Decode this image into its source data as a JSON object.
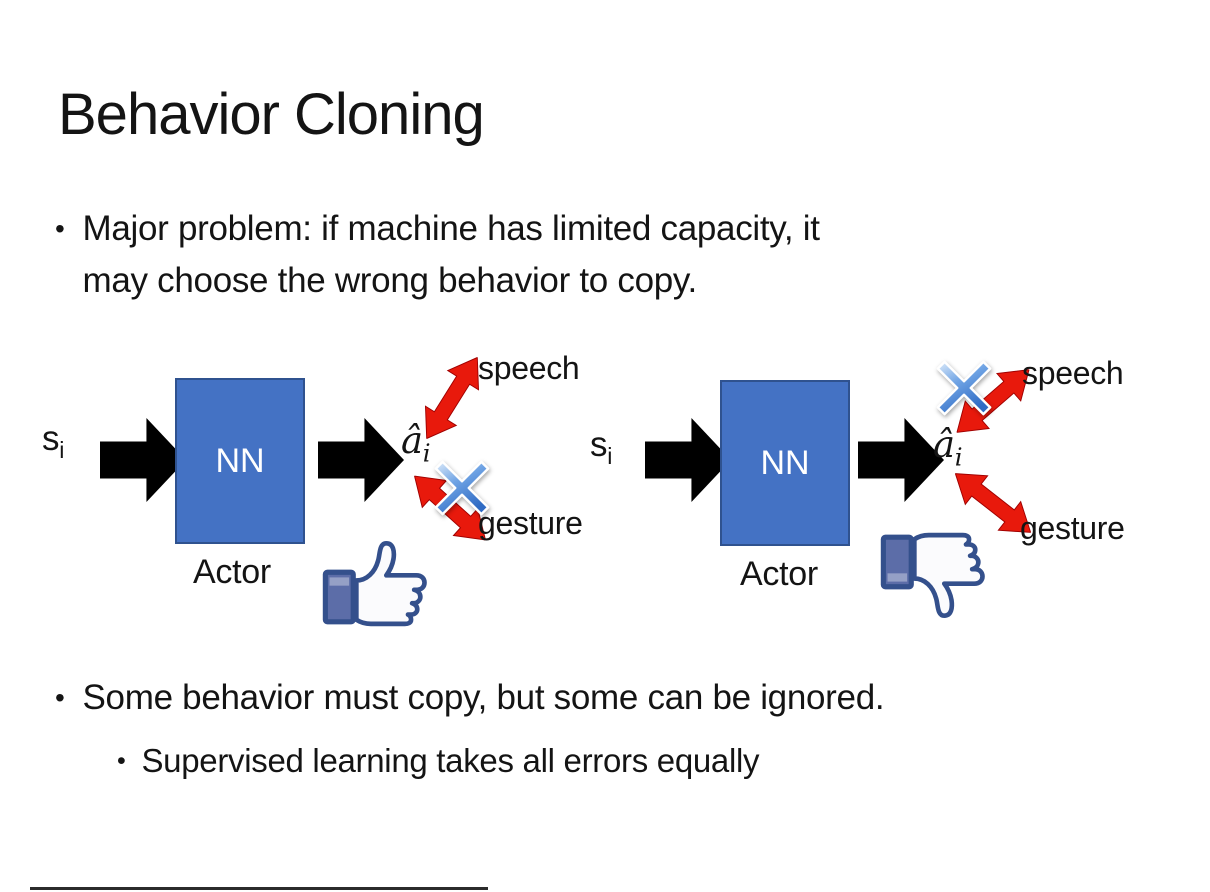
{
  "title": "Behavior Cloning",
  "bullets": {
    "marker": "•",
    "b1_line1": "Major problem: if machine has limited capacity, it",
    "b1_line2": "may choose the wrong behavior to copy.",
    "b2": "Some behavior must copy, but some can be ignored.",
    "b2_sub": "Supervised learning takes all errors equally"
  },
  "diagrams": [
    {
      "input_label": "s",
      "input_sub": "i",
      "box_label": "NN",
      "output_label": "â",
      "output_sub": "i",
      "caption": "Actor",
      "speech_label": "speech",
      "gesture_label": "gesture",
      "crossed_out": "gesture",
      "feedback_icon": "thumbs-up"
    },
    {
      "input_label": "s",
      "input_sub": "i",
      "box_label": "NN",
      "output_label": "â",
      "output_sub": "i",
      "caption": "Actor",
      "speech_label": "speech",
      "gesture_label": "gesture",
      "crossed_out": "speech",
      "feedback_icon": "thumbs-down"
    }
  ],
  "colors": {
    "text": "#141414",
    "black": "#000000",
    "red": "#E8190C",
    "red_dark": "#A00000",
    "nn_fill": "#4472C4",
    "nn_border": "#2F528F",
    "nn_text": "#FFFFFF",
    "thumb_navy": "#34508C",
    "thumb_cuff": "#5C6DA8",
    "thumb_hand": "#FBFBFD",
    "x_blue": "#4C86D6"
  }
}
